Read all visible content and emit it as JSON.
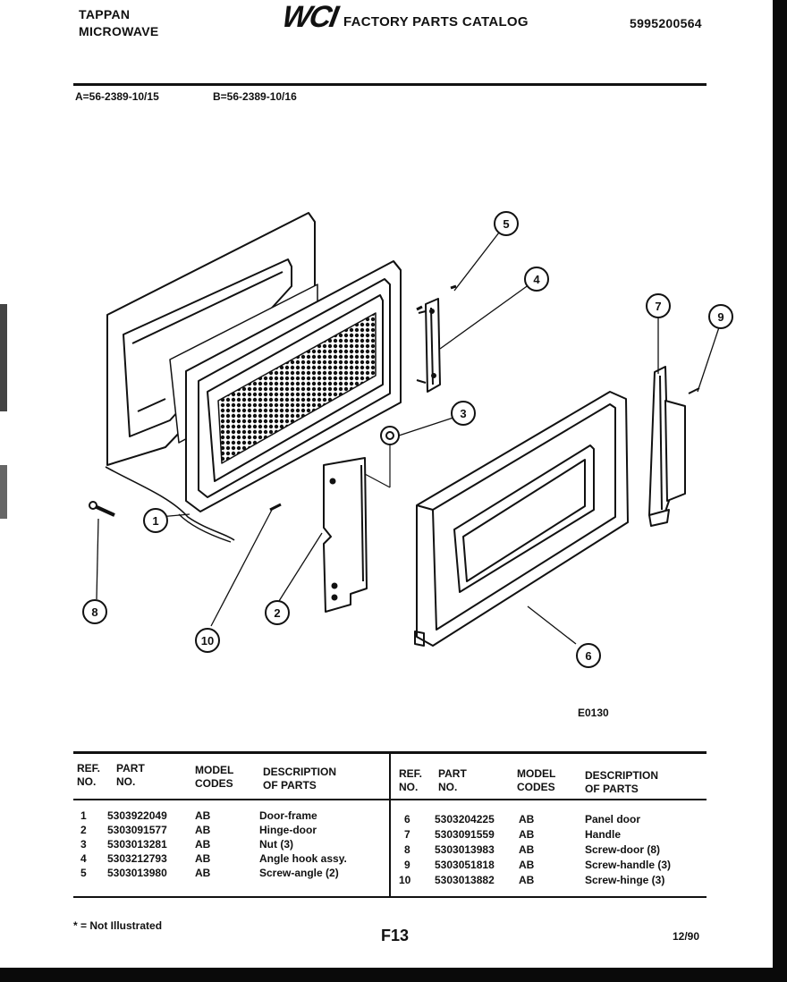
{
  "header": {
    "brand_line1": "TAPPAN",
    "brand_line2": "MICROWAVE",
    "logo": "WCI",
    "catalog_title": "FACTORY PARTS CATALOG",
    "catalog_number": "5995200564",
    "model_a": "A=56-2389-10/15",
    "model_b": "B=56-2389-10/16"
  },
  "diagram": {
    "code": "E0130",
    "callouts": [
      "1",
      "2",
      "3",
      "4",
      "5",
      "6",
      "7",
      "8",
      "9",
      "10"
    ]
  },
  "table": {
    "headers": {
      "ref_no": [
        "REF.",
        "NO."
      ],
      "part_no": [
        "PART",
        "NO."
      ],
      "model_codes": [
        "MODEL",
        "CODES"
      ],
      "description": [
        "DESCRIPTION",
        "OF PARTS"
      ]
    },
    "left_rows": [
      {
        "ref": "1",
        "part": "5303922049",
        "codes": "AB",
        "desc": "Door-frame"
      },
      {
        "ref": "2",
        "part": "5303091577",
        "codes": "AB",
        "desc": "Hinge-door"
      },
      {
        "ref": "3",
        "part": "5303013281",
        "codes": "AB",
        "desc": "Nut (3)"
      },
      {
        "ref": "4",
        "part": "5303212793",
        "codes": "AB",
        "desc": "Angle hook assy."
      },
      {
        "ref": "5",
        "part": "5303013980",
        "codes": "AB",
        "desc": "Screw-angle (2)"
      }
    ],
    "right_rows": [
      {
        "ref": "6",
        "part": "5303204225",
        "codes": "AB",
        "desc": "Panel door"
      },
      {
        "ref": "7",
        "part": "5303091559",
        "codes": "AB",
        "desc": "Handle"
      },
      {
        "ref": "8",
        "part": "5303013983",
        "codes": "AB",
        "desc": "Screw-door (8)"
      },
      {
        "ref": "9",
        "part": "5303051818",
        "codes": "AB",
        "desc": "Screw-handle (3)"
      },
      {
        "ref": "10",
        "part": "5303013882",
        "codes": "AB",
        "desc": "Screw-hinge (3)"
      }
    ]
  },
  "footer": {
    "note": "* = Not Illustrated",
    "page": "F13",
    "date": "12/90"
  }
}
